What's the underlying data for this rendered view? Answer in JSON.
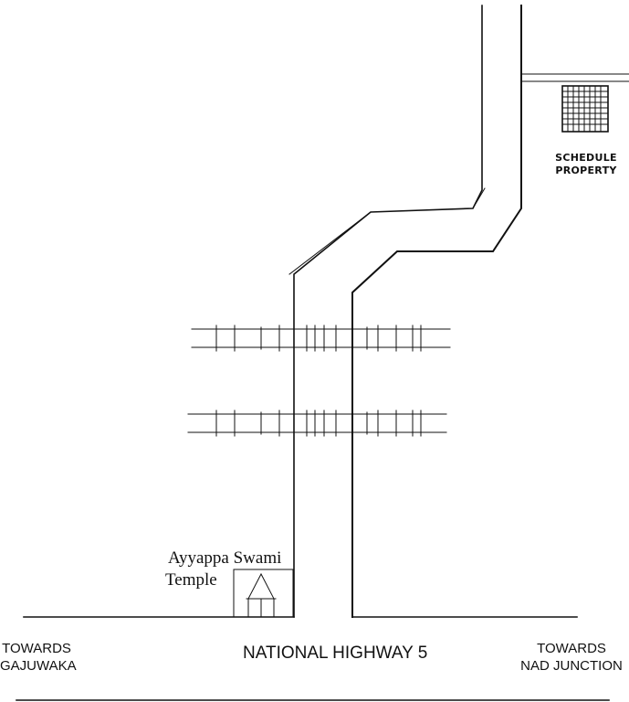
{
  "labels": {
    "schedule_property_line1": "SCHEDULE",
    "schedule_property_line2": "PROPERTY",
    "temple_line1": "Ayyappa Swami",
    "temple_line2": "Temple",
    "towards_left_line1": "TOWARDS",
    "towards_left_line2": "GAJUWAKA",
    "highway": "NATIONAL HIGHWAY 5",
    "towards_right_line1": "TOWARDS",
    "towards_right_line2": "NAD JUNCTION"
  },
  "colors": {
    "line": "#111111",
    "background": "#ffffff"
  }
}
